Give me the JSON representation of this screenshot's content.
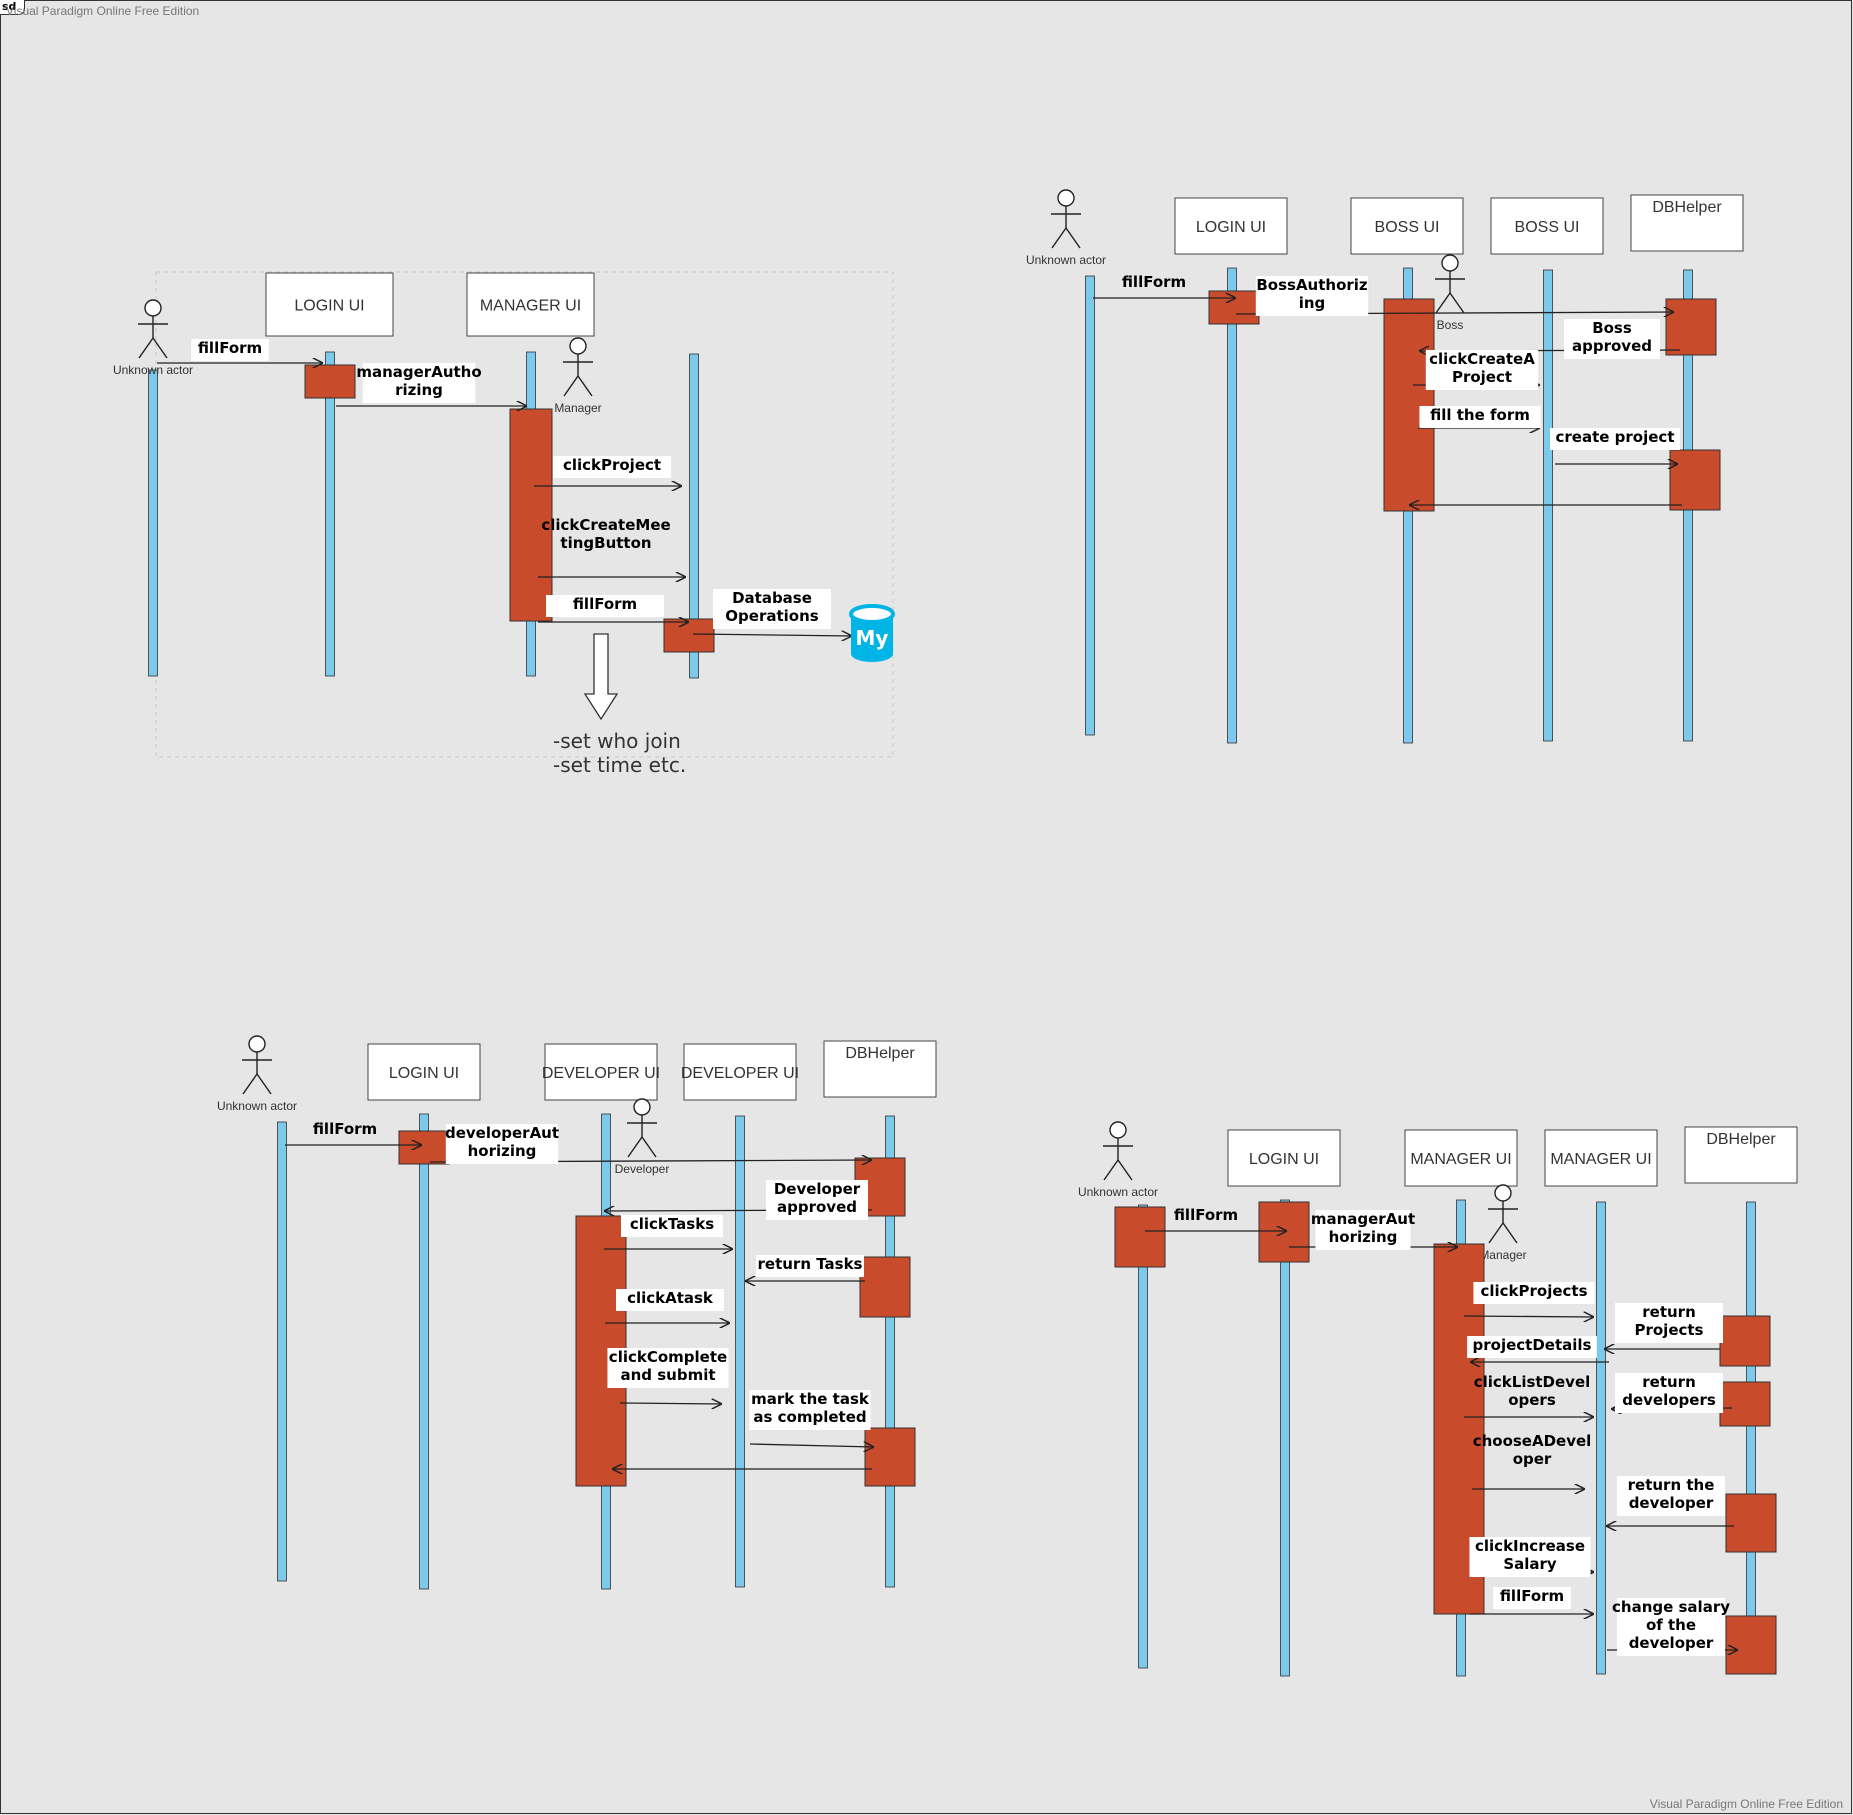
{
  "frame": {
    "label": "sd",
    "watermark_top": "Visual Paradigm Online Free Edition",
    "watermark_bottom": "Visual Paradigm Online Free Edition"
  },
  "diagrams": [
    {
      "id": "manager-meeting",
      "actors": [
        {
          "id": "a1",
          "label": "Unknown actor"
        },
        {
          "id": "a2",
          "label": "Manager"
        }
      ],
      "boxes": [
        {
          "id": "b1",
          "label": "LOGIN UI"
        },
        {
          "id": "b2",
          "label": "MANAGER UI"
        }
      ],
      "messages": [
        {
          "id": "m1",
          "label": "fillForm"
        },
        {
          "id": "m2",
          "label": "managerAutho\nrizing"
        },
        {
          "id": "m3",
          "label": "clickProject"
        },
        {
          "id": "m4",
          "label": "clickCreateMee\ntingButton"
        },
        {
          "id": "m5",
          "label": "fillForm"
        },
        {
          "id": "m6",
          "label": "Database\nOperations"
        }
      ],
      "database_icon": {
        "name": "mysql-database-icon",
        "text": "My",
        "color": "#00b4e6"
      },
      "note": {
        "lines": [
          "-set who join",
          "-set time etc."
        ]
      }
    },
    {
      "id": "boss-project",
      "actors": [
        {
          "id": "a1",
          "label": "Unknown actor"
        },
        {
          "id": "a2",
          "label": "Boss"
        }
      ],
      "boxes": [
        {
          "id": "b1",
          "label": "LOGIN UI"
        },
        {
          "id": "b2",
          "label": "BOSS UI"
        },
        {
          "id": "b3",
          "label": "BOSS UI"
        },
        {
          "id": "b4",
          "label": "DBHelper"
        }
      ],
      "messages": [
        {
          "id": "m1",
          "label": "fillForm"
        },
        {
          "id": "m2",
          "label": "BossAuthoriz\ning"
        },
        {
          "id": "m3",
          "label": "Boss\napproved"
        },
        {
          "id": "m4",
          "label": "clickCreateA\nProject"
        },
        {
          "id": "m5",
          "label": "fill the form"
        },
        {
          "id": "m6",
          "label": "create project"
        }
      ]
    },
    {
      "id": "developer-tasks",
      "actors": [
        {
          "id": "a1",
          "label": "Unknown actor"
        },
        {
          "id": "a2",
          "label": "Developer"
        }
      ],
      "boxes": [
        {
          "id": "b1",
          "label": "LOGIN UI"
        },
        {
          "id": "b2",
          "label": "DEVELOPER UI"
        },
        {
          "id": "b3",
          "label": "DEVELOPER UI"
        },
        {
          "id": "b4",
          "label": "DBHelper"
        }
      ],
      "messages": [
        {
          "id": "m1",
          "label": "fillForm"
        },
        {
          "id": "m2",
          "label": "developerAut\nhorizing"
        },
        {
          "id": "m3",
          "label": "Developer\napproved"
        },
        {
          "id": "m4",
          "label": "clickTasks"
        },
        {
          "id": "m5",
          "label": "return Tasks"
        },
        {
          "id": "m6",
          "label": "clickAtask"
        },
        {
          "id": "m7",
          "label": "clickComplete\nand submit"
        },
        {
          "id": "m8",
          "label": "mark the task\nas completed"
        }
      ]
    },
    {
      "id": "manager-salary",
      "actors": [
        {
          "id": "a1",
          "label": "Unknown actor"
        },
        {
          "id": "a2",
          "label": "Manager"
        }
      ],
      "boxes": [
        {
          "id": "b1",
          "label": "LOGIN UI"
        },
        {
          "id": "b2",
          "label": "MANAGER UI"
        },
        {
          "id": "b3",
          "label": "MANAGER UI"
        },
        {
          "id": "b4",
          "label": "DBHelper"
        }
      ],
      "messages": [
        {
          "id": "m1",
          "label": "fillForm"
        },
        {
          "id": "m2",
          "label": "managerAut\nhorizing"
        },
        {
          "id": "m3",
          "label": "clickProjects"
        },
        {
          "id": "m4",
          "label": "return\nProjects"
        },
        {
          "id": "m5",
          "label": "projectDetails"
        },
        {
          "id": "m6",
          "label": "clickListDevel\nopers"
        },
        {
          "id": "m7",
          "label": "return\ndevelopers"
        },
        {
          "id": "m8",
          "label": "chooseADevel\noper"
        },
        {
          "id": "m9",
          "label": "return the\ndeveloper"
        },
        {
          "id": "m10",
          "label": "clickIncrease\nSalary"
        },
        {
          "id": "m11",
          "label": "fillForm"
        },
        {
          "id": "m12",
          "label": "change salary\nof the\ndeveloper"
        }
      ]
    }
  ],
  "colors": {
    "background": "#e6e6e6",
    "lifeline": "#7dc9ec",
    "activation": "#c84b2b",
    "box_fill": "#ffffff",
    "stroke": "#222222"
  }
}
